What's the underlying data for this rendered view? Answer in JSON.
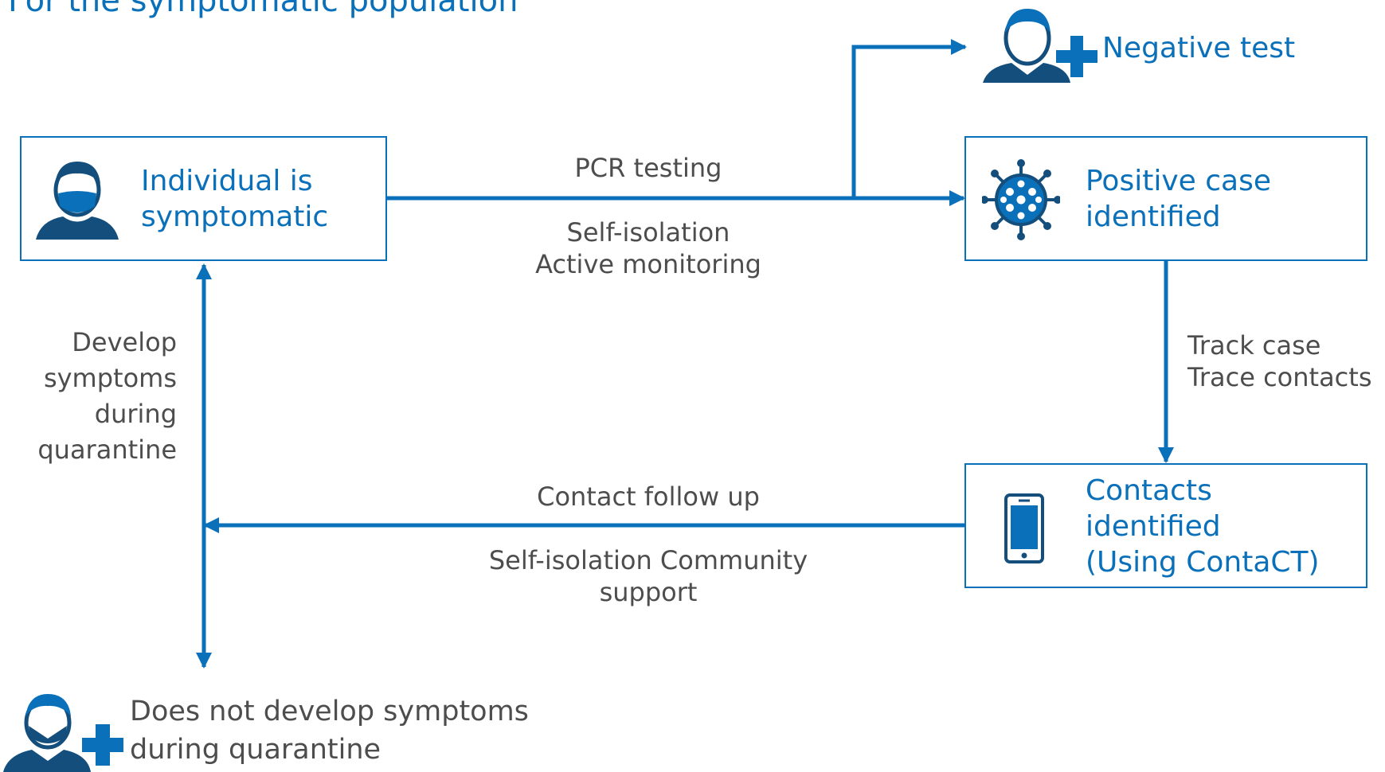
{
  "title": "For the symptomatic population",
  "nodes": {
    "symptomatic": {
      "line1": "Individual is",
      "line2": "symptomatic"
    },
    "positive": {
      "line1": "Positive case",
      "line2": "identified"
    },
    "contacts": {
      "line1": "Contacts",
      "line2": "identified",
      "line3": "(Using ContaCT)"
    },
    "negative": {
      "label": "Negative test"
    },
    "no_symptoms": {
      "line1": "Does not develop symptoms",
      "line2": "during quarantine"
    }
  },
  "edges": {
    "pcr": {
      "above": "PCR testing",
      "below1": "Self-isolation",
      "below2": "Active monitoring"
    },
    "track": {
      "line1": "Track case",
      "line2": "Trace contacts"
    },
    "follow": {
      "above": "Contact follow up",
      "below1": "Self-isolation Community",
      "below2": "support"
    },
    "develop": {
      "line1": "Develop",
      "line2": "symptoms",
      "line3": "during",
      "line4": "quarantine"
    }
  },
  "icons": {
    "symptomatic": "masked-person-icon",
    "positive": "virus-icon",
    "contacts": "smartphone-icon",
    "negative": "person-plus-icon",
    "no_symptoms": "masked-person-plus-icon"
  },
  "colors": {
    "accent": "#0a70b9",
    "dark": "#134e7c",
    "text": "#4d4d4d"
  }
}
